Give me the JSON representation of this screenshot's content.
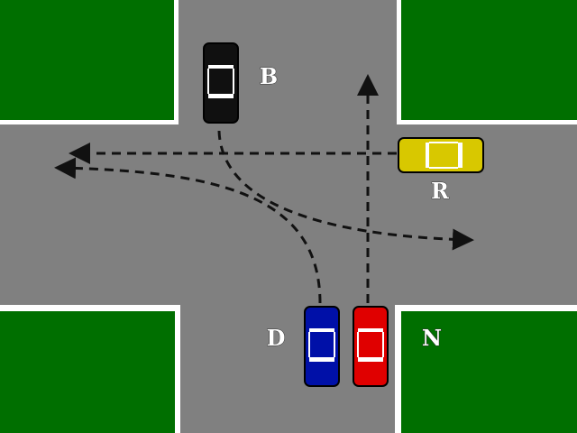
{
  "colors": {
    "grass": "#006f00",
    "road": "#808080",
    "curb": "#ffffff",
    "path": "#111111"
  },
  "cars": [
    {
      "label": "B",
      "color": "#101010",
      "direction": "right-turn"
    },
    {
      "label": "R",
      "color": "#d8c800",
      "direction": "straight"
    },
    {
      "label": "D",
      "color": "#0010a8",
      "direction": "left-turn"
    },
    {
      "label": "N",
      "color": "#e00000",
      "direction": "straight"
    }
  ]
}
